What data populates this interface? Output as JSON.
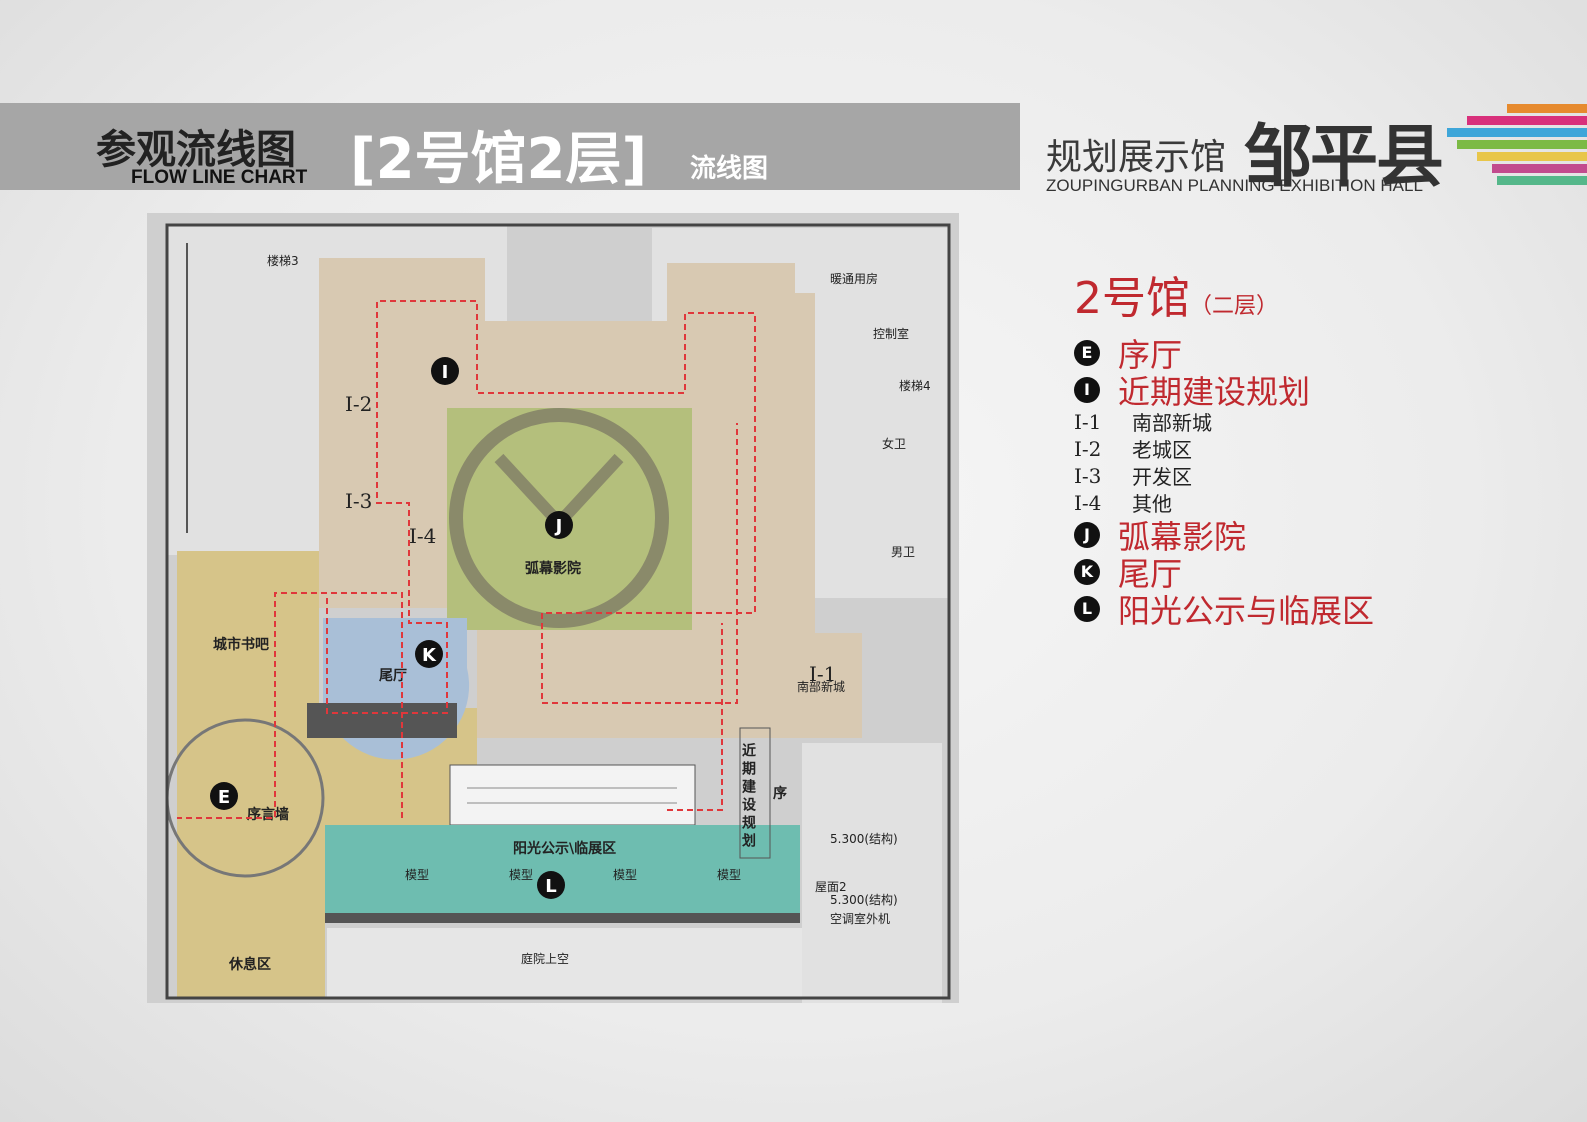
{
  "header": {
    "title": "参观流线图",
    "title_en": "FLOW LINE CHART",
    "subtitle": "[2号馆2层]",
    "subtitle_suffix": "流线图"
  },
  "logo": {
    "text_cn": "规划展示馆",
    "city": "邹平县",
    "text_en": "ZOUPINGURBAN PLANNING EXHIBITION HALL",
    "stripes": [
      "#e68a2e",
      "#d8307b",
      "#3ea6d9",
      "#7cba45",
      "#e8c64a",
      "#c24b8e",
      "#55b78a"
    ]
  },
  "legend": {
    "title": "2号馆",
    "title_note": "（二层）",
    "items": [
      {
        "badge": "E",
        "label": "序厅"
      },
      {
        "badge": "I",
        "label": "近期建设规划"
      },
      {
        "badge": "J",
        "label": "弧幕影院"
      },
      {
        "badge": "K",
        "label": "尾厅"
      },
      {
        "badge": "L",
        "label": "阳光公示与临展区"
      }
    ],
    "sub_items": [
      {
        "code": "I-1",
        "label": "南部新城"
      },
      {
        "code": "I-2",
        "label": "老城区"
      },
      {
        "code": "I-3",
        "label": "开发区"
      },
      {
        "code": "I-4",
        "label": "其他"
      }
    ]
  },
  "plan": {
    "colors": {
      "beige": "#d8c9b2",
      "yellow": "#d6c489",
      "green": "#b4bf7c",
      "blue": "#a9bfd7",
      "teal": "#6ebdb0",
      "route": "#e0373b"
    },
    "rooms": {
      "stair3": "楼梯3",
      "hvac": "暖通用房",
      "control": "控制室",
      "stair4": "楼梯4",
      "womens": "女卫",
      "mens": "男卫",
      "cinema": "弧幕影院",
      "bookbar": "城市书吧",
      "tail_hall": "尾厅",
      "preface_wall": "序言墙",
      "rest": "休息区",
      "sunshine": "阳光公示\\临展区",
      "model": "模型",
      "courtyard": "庭院上空",
      "roof_level": "5.300(结构)",
      "roof2": "屋面2",
      "ac_outdoor": "空调室外机",
      "south_city": "南部新城",
      "preface_short": "序",
      "recent_vertical": "近期建设规划"
    },
    "section_codes": {
      "s1": "I-1",
      "s2": "I-2",
      "s3": "I-3",
      "s4": "I-4"
    },
    "markers": {
      "e": "E",
      "i": "I",
      "j": "J",
      "k": "K",
      "l": "L"
    }
  }
}
